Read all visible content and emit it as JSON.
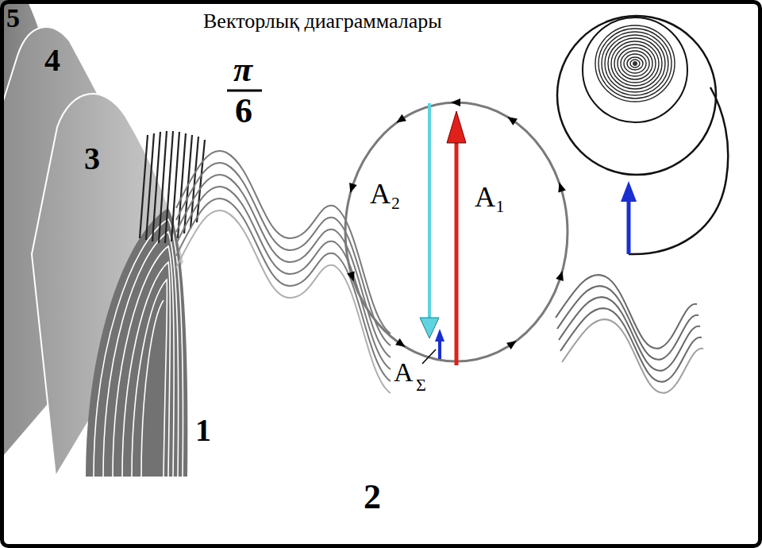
{
  "diagram": {
    "title": "Векторлық диаграммалары",
    "labels": [
      "5",
      "4",
      "3",
      "π",
      "6",
      "A₂",
      "A₁",
      "A",
      "Σ",
      "1",
      "2"
    ]
  }
}
